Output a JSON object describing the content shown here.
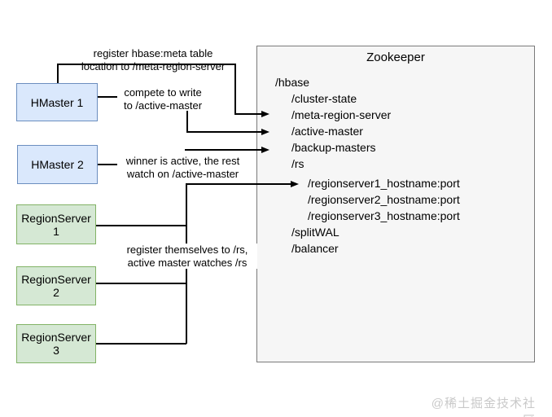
{
  "diagram": {
    "zookeeper_panel": {
      "title": "Zookeeper",
      "znodes": [
        {
          "path": "/hbase",
          "level": 1
        },
        {
          "path": "/cluster-state",
          "level": 2
        },
        {
          "path": "/meta-region-server",
          "level": 2
        },
        {
          "path": "/active-master",
          "level": 2
        },
        {
          "path": "/backup-masters",
          "level": 2
        },
        {
          "path": "/rs",
          "level": 2
        },
        {
          "path": "/regionserver1_hostname:port",
          "level": 3
        },
        {
          "path": "/regionserver2_hostname:port",
          "level": 3
        },
        {
          "path": "/regionserver3_hostname:port",
          "level": 3
        },
        {
          "path": "/splitWAL",
          "level": 2
        },
        {
          "path": "/balancer",
          "level": 2
        }
      ]
    },
    "nodes": {
      "hmaster1": "HMaster 1",
      "hmaster2": "HMaster 2",
      "regionserver1": "RegionServer 1",
      "regionserver2": "RegionServer 2",
      "regionserver3": "RegionServer 3"
    },
    "annotations": {
      "register_meta": "register hbase:meta table\nlocation to /meta-region-server",
      "compete": "compete to write\nto /active-master",
      "winner": "winner is active, the rest\nwatch on /active-master",
      "register_rs": "register themselves to /rs,\nactive master watches /rs"
    },
    "watermark": "@稀土掘金技术社区",
    "colors": {
      "master_fill": "#dae8fc",
      "master_border": "#6c8ebf",
      "regionserver_fill": "#d5e8d4",
      "regionserver_border": "#82b366",
      "panel_fill": "#f6f6f6",
      "panel_border": "#7a7a7a",
      "connector": "#000000",
      "watermark_text": "#c9c9c9"
    }
  }
}
